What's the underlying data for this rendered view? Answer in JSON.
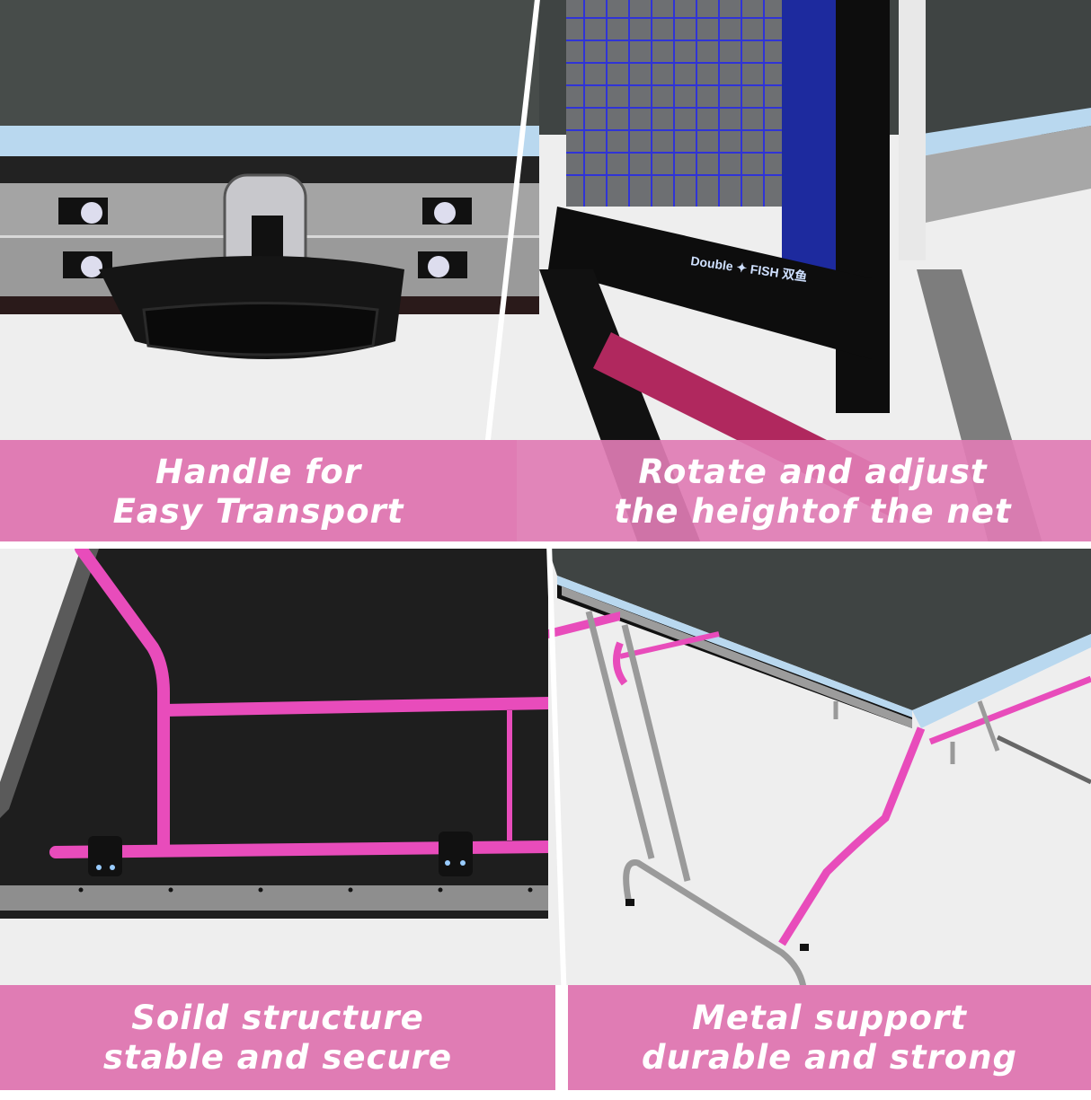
{
  "colors": {
    "caption_bg": "#e07cb4",
    "caption_text": "#ffffff",
    "background": "#eeeeee",
    "frame_pink": "#e94fb6",
    "table_top": "#3f4443",
    "net_blue": "#2b2fbf"
  },
  "panels": [
    {
      "id": "top-left",
      "caption_line1": "Handle for",
      "caption_line2": "Easy Transport",
      "photo_subject": "folded table case with latch and carry handle"
    },
    {
      "id": "top-right",
      "caption_line1": "Rotate and adjust",
      "caption_line2": "the heightof the net",
      "photo_subject": "net post clamp",
      "brand_label": "Double FISH 双鱼"
    },
    {
      "id": "bottom-left",
      "caption_line1": "Soild structure",
      "caption_line2": "stable and secure",
      "photo_subject": "underside pink steel frame"
    },
    {
      "id": "bottom-right",
      "caption_line1": "Metal support",
      "caption_line2": "durable and strong",
      "photo_subject": "table legs with pink support bars"
    }
  ]
}
